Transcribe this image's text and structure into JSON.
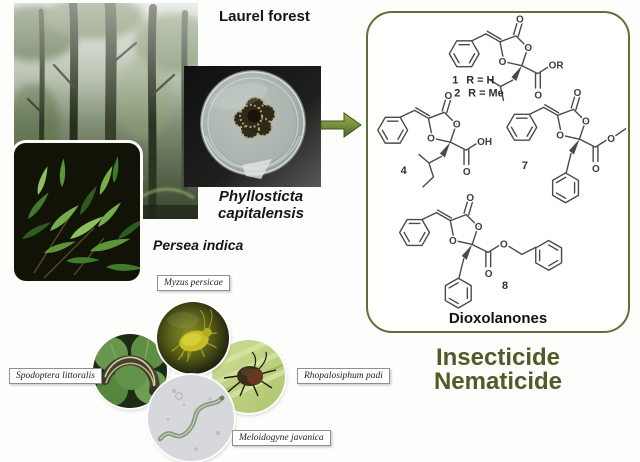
{
  "labels": {
    "laurel_forest": "Laurel forest",
    "fungus_line1": "Phyllosticta",
    "fungus_line2": "capitalensis",
    "plant": "Persea indica"
  },
  "box": {
    "title": "Dioxolanones",
    "compounds": {
      "c1_num": "1",
      "c1_sub": "R = H",
      "c2_num": "2",
      "c2_sub": "R = Me",
      "c4": "4",
      "c7": "7",
      "c8": "8"
    },
    "atoms": {
      "o": "O",
      "or": "OR",
      "oh": "OH"
    }
  },
  "activity": {
    "line1": "Insecticide",
    "line2": "Nematicide"
  },
  "organisms": {
    "aphid_green": "Myzus persicae",
    "caterpillar": "Spodoptera littoralis",
    "aphid_dark": "Rhopalosiphum padi",
    "nematode": "Meloidogyne javanica"
  },
  "colors": {
    "box_border": "#5d7037",
    "activity_text": "#4e5c27",
    "arrow_green": "#76903c",
    "structure_stroke": "#4a4a4a"
  }
}
